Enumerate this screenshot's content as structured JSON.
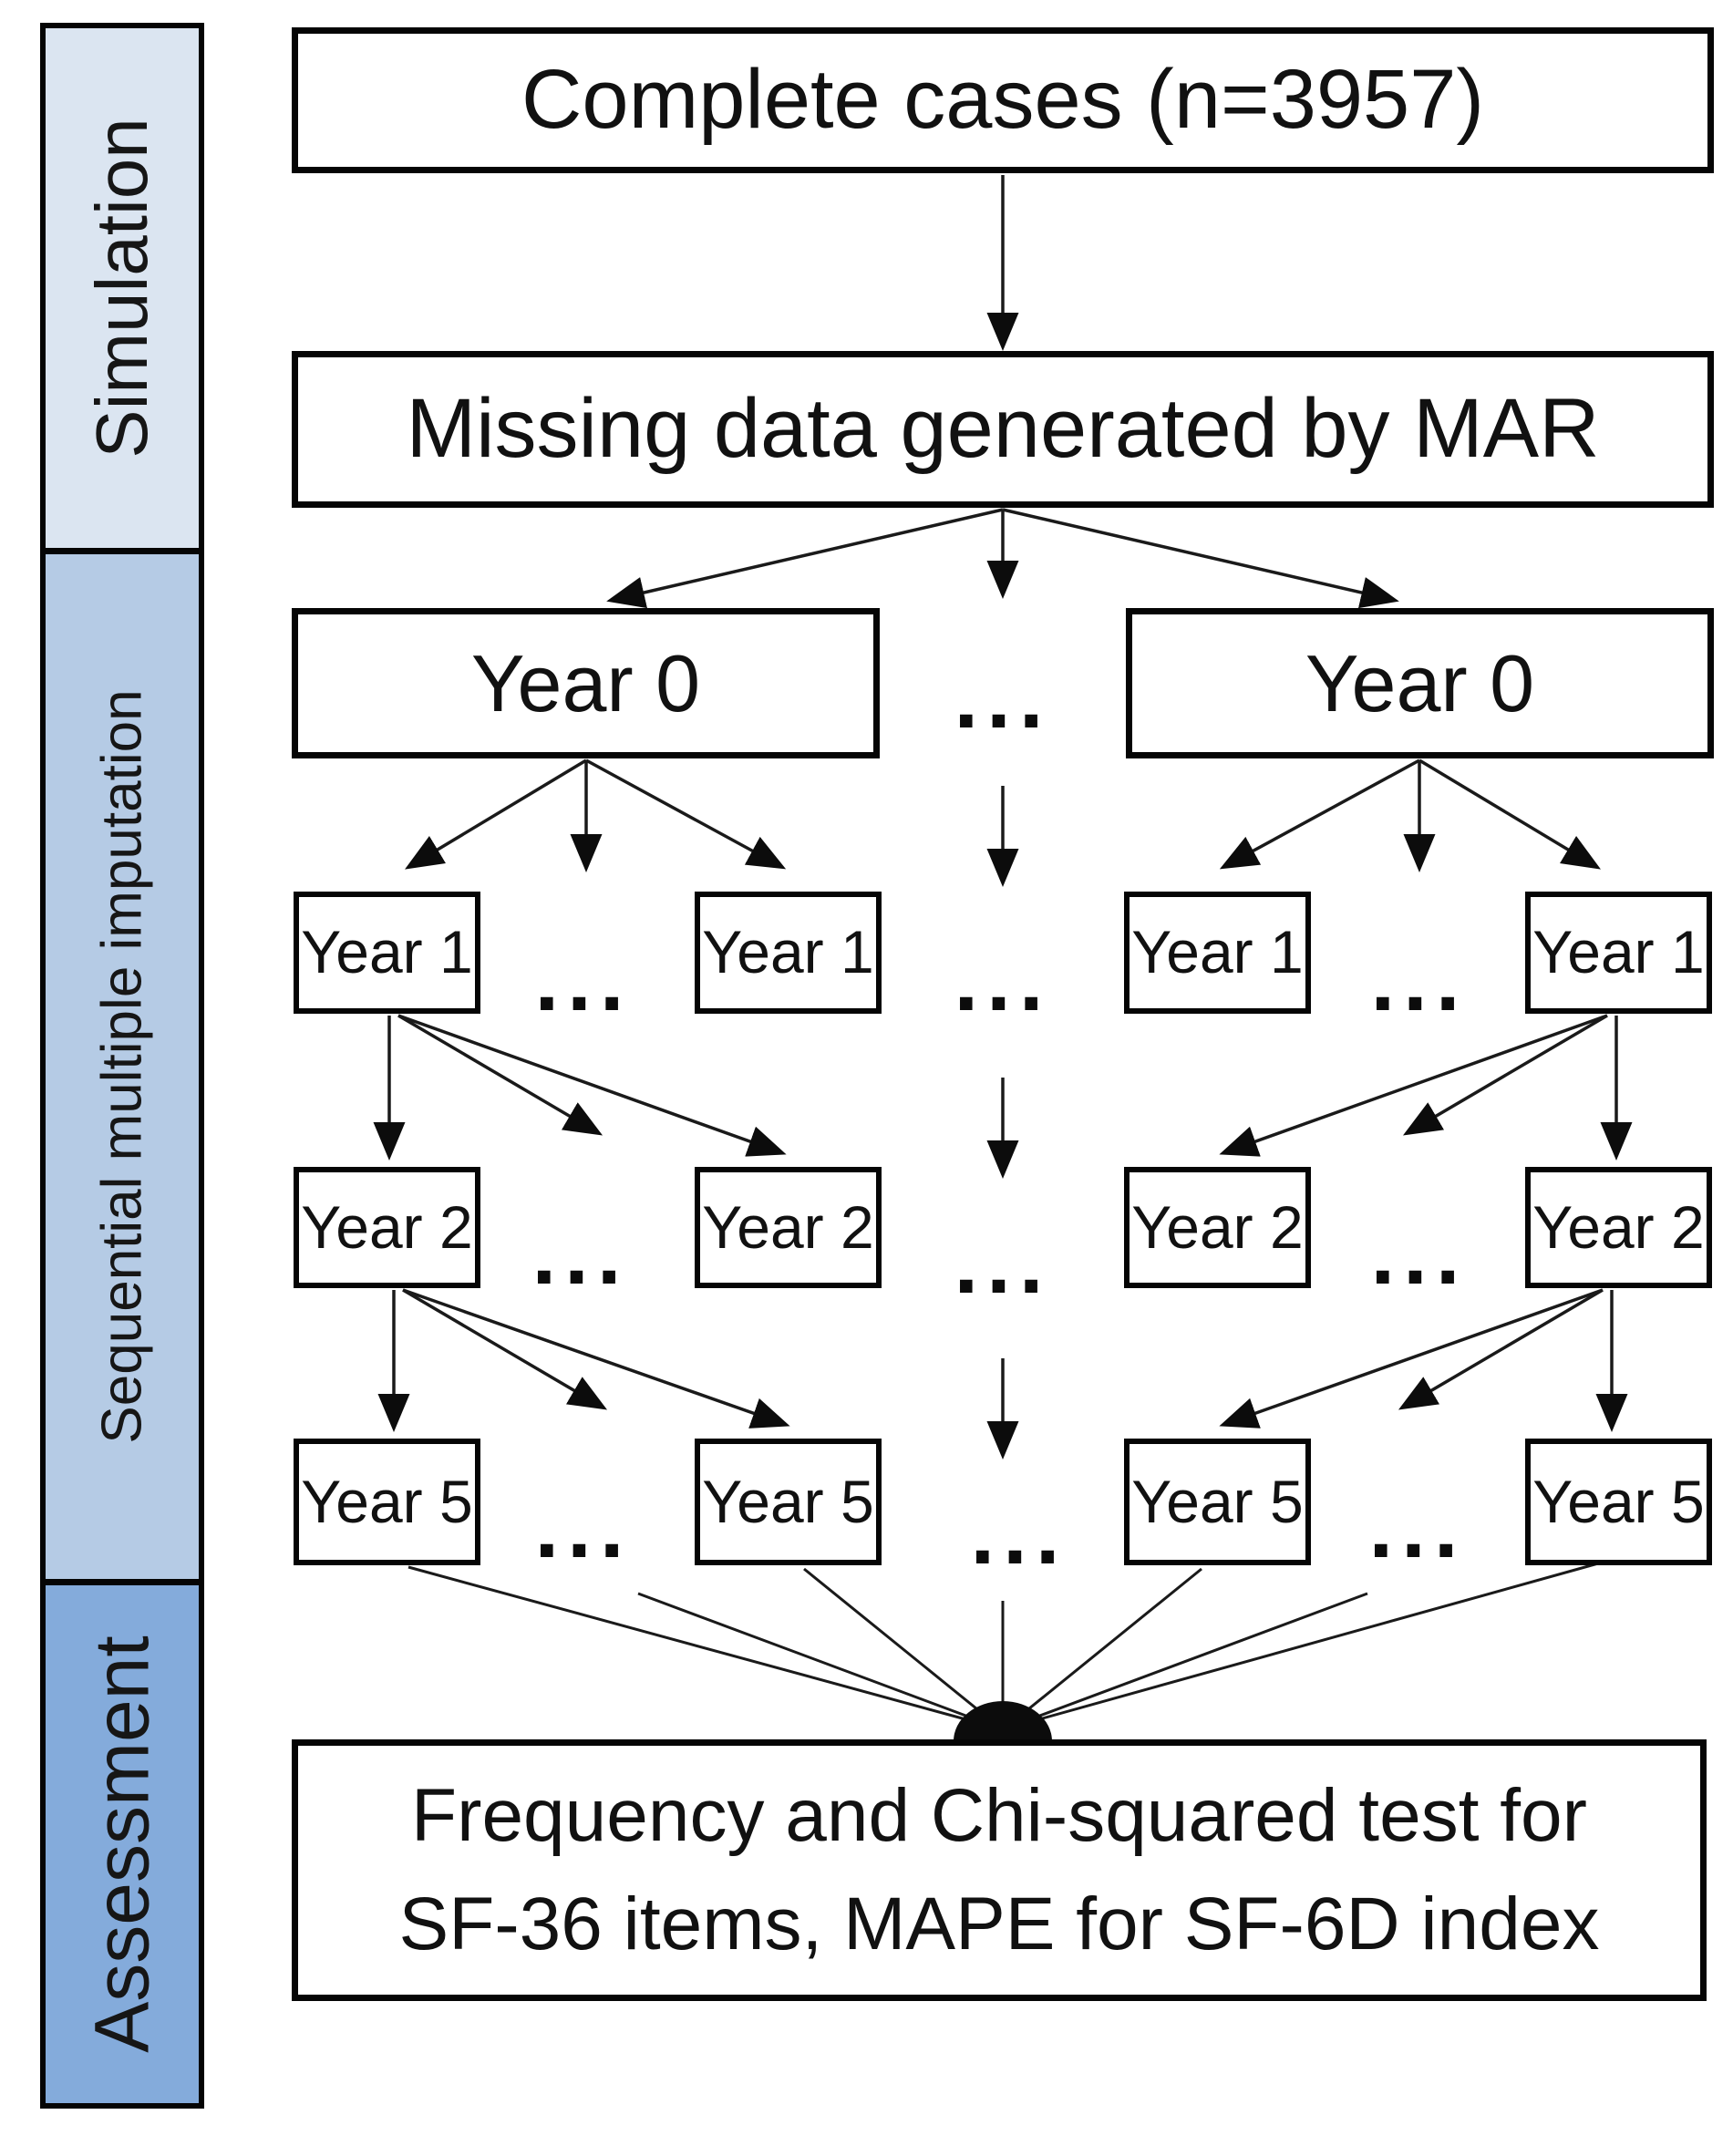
{
  "sidebar": {
    "sections": [
      {
        "id": "simulation",
        "label": "Simulation",
        "bg": "#dbe5f1"
      },
      {
        "id": "sequential-multiple-imputation",
        "label": "Sequential multiple imputation",
        "bg": "#b5cbe5"
      },
      {
        "id": "assessment",
        "label": "Assessment",
        "bg": "#84abdb"
      }
    ]
  },
  "boxes": {
    "complete_cases": "Complete cases (n=3957)",
    "missing_data": "Missing data generated by MAR",
    "year0": "Year 0",
    "year1": "Year 1",
    "year2": "Year 2",
    "year5": "Year 5",
    "assessment_line1": "Frequency and Chi-squared test for",
    "assessment_line2": "SF-36 items, MAPE for SF-6D index"
  },
  "ellipsis": "...",
  "colors": {
    "line": "#1a1a1a",
    "box_border": "#050505",
    "box_fill": "#ffffff",
    "text": "#111111"
  }
}
